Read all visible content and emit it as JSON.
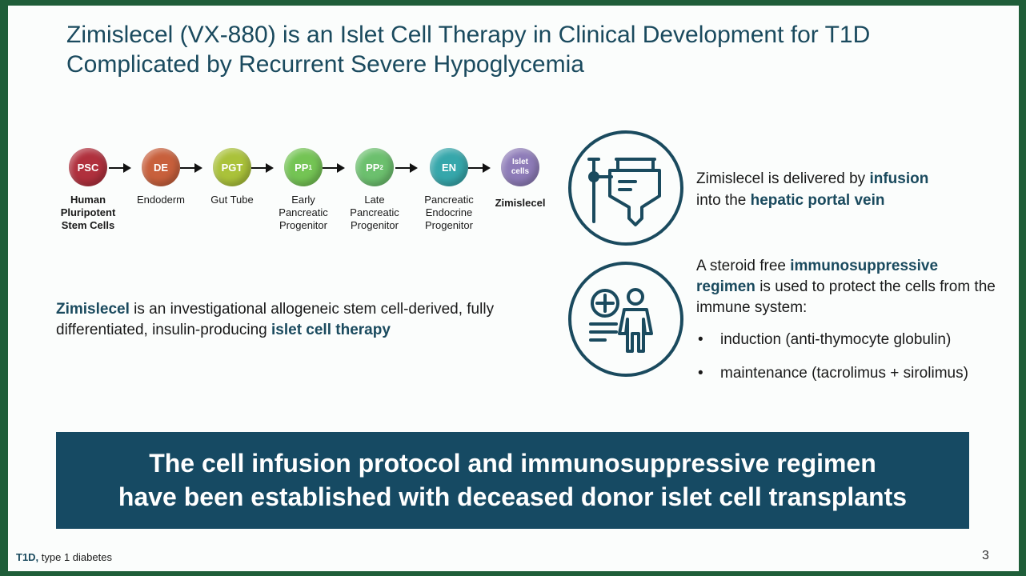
{
  "slide": {
    "title_line1": "Zimislecel (VX-880) is an Islet Cell Therapy in Clinical Development for T1D",
    "title_line2": "Complicated by Recurrent Severe Hypoglycemia",
    "pipeline": [
      {
        "abbr": "PSC",
        "sub": "",
        "lines": [
          "Human",
          "Pluripotent",
          "Stem Cells"
        ],
        "bold": true,
        "color": "#b0303d"
      },
      {
        "abbr": "DE",
        "sub": "",
        "lines": [
          "Endoderm"
        ],
        "bold": false,
        "color": "#c8603c"
      },
      {
        "abbr": "PGT",
        "sub": "",
        "lines": [
          "Gut Tube"
        ],
        "bold": false,
        "color": "#aac23a"
      },
      {
        "abbr": "PP",
        "sub": "1",
        "lines": [
          "Early",
          "Pancreatic",
          "Progenitor"
        ],
        "bold": false,
        "color": "#74c454"
      },
      {
        "abbr": "PP",
        "sub": "2",
        "lines": [
          "Late",
          "Pancreatic",
          "Progenitor"
        ],
        "bold": false,
        "color": "#6cc06e"
      },
      {
        "abbr": "EN",
        "sub": "",
        "lines": [
          "Pancreatic",
          "Endocrine",
          "Progenitor"
        ],
        "bold": false,
        "color": "#36a7ab"
      },
      {
        "abbr": "Islet cells",
        "sub": "",
        "lines": [
          "Zimislecel"
        ],
        "bold": true,
        "color": "#8e7cb8"
      }
    ],
    "description": {
      "hl1": "Zimislecel",
      "text1": " is an investigational allogeneic stem cell-derived, fully differentiated, insulin-producing ",
      "hl2": "islet cell therapy"
    },
    "infusion": {
      "text1": "Zimislecel is delivered by ",
      "hl1": "infusion",
      "text2": "into the ",
      "hl2": "hepatic portal vein",
      "icon": "iv-infusion-icon"
    },
    "immuno": {
      "text1": "A steroid free ",
      "hl1": "immunosuppressive",
      "hl2": "regimen",
      "text2": " is used to protect the cells from the immune system:",
      "bullets": [
        "induction (anti-thymocyte globulin)",
        "maintenance (tacrolimus + sirolimus)"
      ],
      "icon": "patient-protection-icon"
    },
    "banner_line1": "The cell infusion protocol and immunosuppressive regimen",
    "banner_line2": "have been established with deceased donor islet cell transplants",
    "footnote_abbr": "T1D,",
    "footnote_text": " type 1 diabetes",
    "page_number": "3",
    "colors": {
      "accent": "#1a4a5e",
      "banner": "#164a63",
      "frame": "#1f5e39"
    }
  }
}
